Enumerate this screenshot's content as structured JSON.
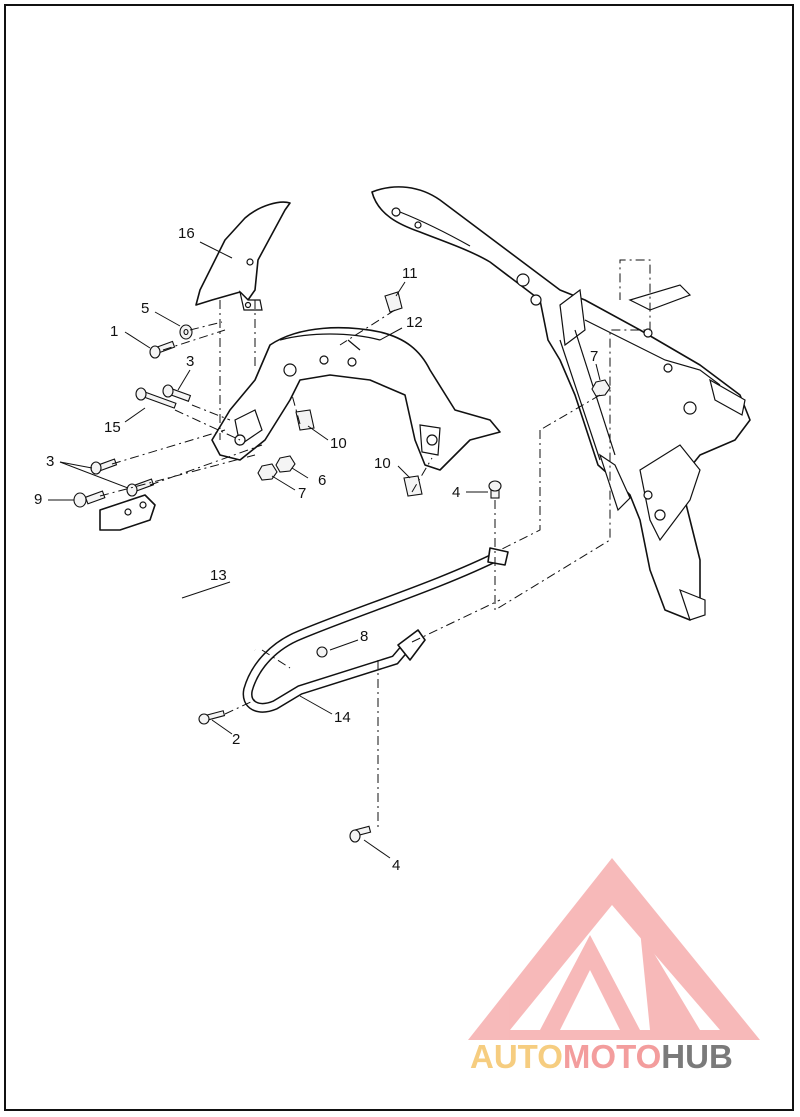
{
  "callouts": {
    "c1": "1",
    "c2": "2",
    "c3a": "3",
    "c3b": "3",
    "c4a": "4",
    "c4b": "4",
    "c5": "5",
    "c6": "6",
    "c7a": "7",
    "c7b": "7",
    "c8": "8",
    "c9": "9",
    "c10a": "10",
    "c10b": "10",
    "c11": "11",
    "c12": "12",
    "c13": "13",
    "c14": "14",
    "c15": "15",
    "c16": "16"
  },
  "watermark": {
    "part1": "AUTO",
    "part2": "MOTO",
    "part3": "HUB",
    "color_auto": "#f5c56a",
    "color_moto": "#f28c8c",
    "color_hub": "#7a7a7a"
  }
}
